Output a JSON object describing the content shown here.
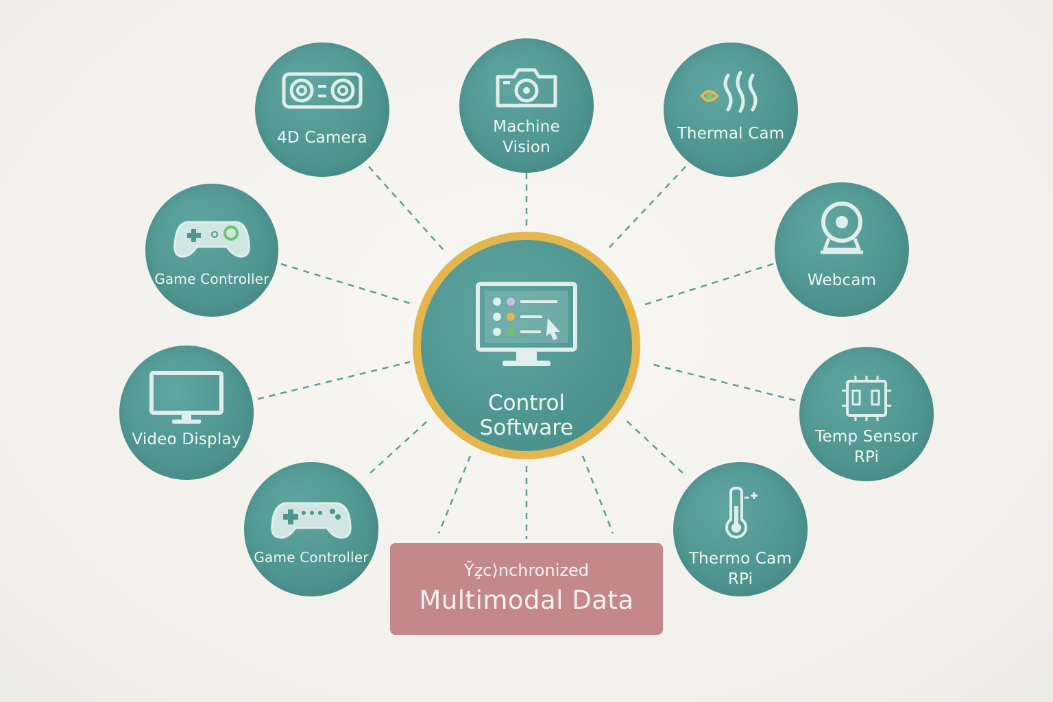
{
  "colors": {
    "node_fill": "#4f9691",
    "hub_ring": "#e4b64c",
    "output_fill": "#c4878a",
    "link_stroke": "#5c9d99",
    "icon_stroke": "#dfeeec"
  },
  "hub": {
    "label": "Control\nSoftware",
    "icon": "monitor-settings-icon"
  },
  "nodes": [
    {
      "id": "4d-camera",
      "label": "4D Camera",
      "icon": "stereo-camera-icon"
    },
    {
      "id": "machine-vision",
      "label": "Machine\nVision",
      "icon": "camera-icon"
    },
    {
      "id": "thermal-cam",
      "label": "Thermal Cam",
      "icon": "heat-waves-icon"
    },
    {
      "id": "game-controller-top",
      "label": "Game Controller",
      "icon": "gamepad-icon"
    },
    {
      "id": "webcam",
      "label": "Webcam",
      "icon": "webcam-icon"
    },
    {
      "id": "video-display",
      "label": "Video Display",
      "icon": "monitor-icon"
    },
    {
      "id": "temp-sensor",
      "label": "Temp Sensor\nRPi",
      "icon": "circuit-board-icon"
    },
    {
      "id": "game-controller-bottom",
      "label": "Game Controller",
      "icon": "gamepad-icon"
    },
    {
      "id": "thermo-cam",
      "label": "Thermo Cam\nRPi",
      "icon": "thermometer-icon"
    }
  ],
  "output": {
    "subtitle": "Y̆z̧c⟩nchronized",
    "title": "Multimodal Data"
  }
}
